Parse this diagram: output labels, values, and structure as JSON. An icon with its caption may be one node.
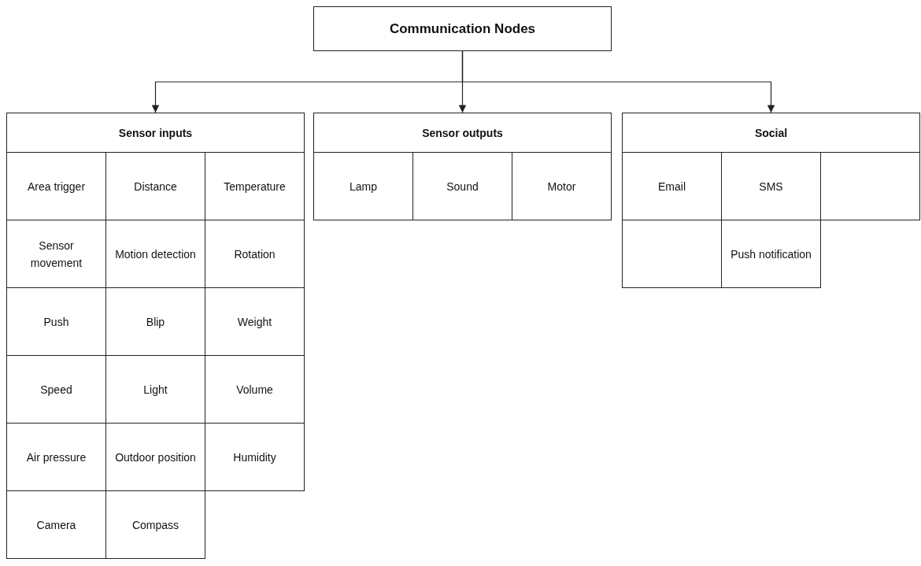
{
  "diagram": {
    "nodes": [
      {
        "text": [
          "Communication Nodes"
        ]
      },
      {
        "text": [
          "Sensor inputs"
        ]
      },
      {
        "text": [
          "Area trigger"
        ]
      },
      {
        "text": [
          "Distance"
        ]
      },
      {
        "text": [
          "Temperature"
        ]
      },
      {
        "text": [
          "Sensor movement"
        ]
      },
      {
        "text": [
          "Motion detection"
        ]
      },
      {
        "text": [
          "Rotation"
        ]
      },
      {
        "text": [
          "Push"
        ]
      },
      {
        "text": [
          "Blip"
        ]
      },
      {
        "text": [
          "Weight"
        ]
      },
      {
        "text": [
          "Speed"
        ]
      },
      {
        "text": [
          "Light"
        ]
      },
      {
        "text": [
          "Volume"
        ]
      },
      {
        "text": [
          "Air pressure"
        ]
      },
      {
        "text": [
          "Outdoor position"
        ]
      },
      {
        "text": [
          "Humidity"
        ]
      },
      {
        "text": [
          "Camera"
        ]
      },
      {
        "text": [
          "Compass"
        ]
      },
      {
        "text": [
          "Sensor outputs"
        ]
      },
      {
        "text": [
          "Lamp"
        ]
      },
      {
        "text": [
          "Sound"
        ]
      },
      {
        "text": [
          "Motor"
        ]
      },
      {
        "text": [
          "Social"
        ]
      },
      {
        "text": [
          "Email"
        ]
      },
      {
        "text": [
          "SMS"
        ]
      },
      {
        "text": [],
        "shape": "box"
      },
      {
        "text": [],
        "shape": "box"
      },
      {
        "text": [
          "Push notification"
        ]
      }
    ],
    "edges": [
      {
        "from": 0,
        "to": 1,
        "arrow": "to"
      },
      {
        "from": 0,
        "to": 19,
        "arrow": "to"
      },
      {
        "from": 0,
        "to": 23,
        "arrow": "to"
      }
    ]
  }
}
